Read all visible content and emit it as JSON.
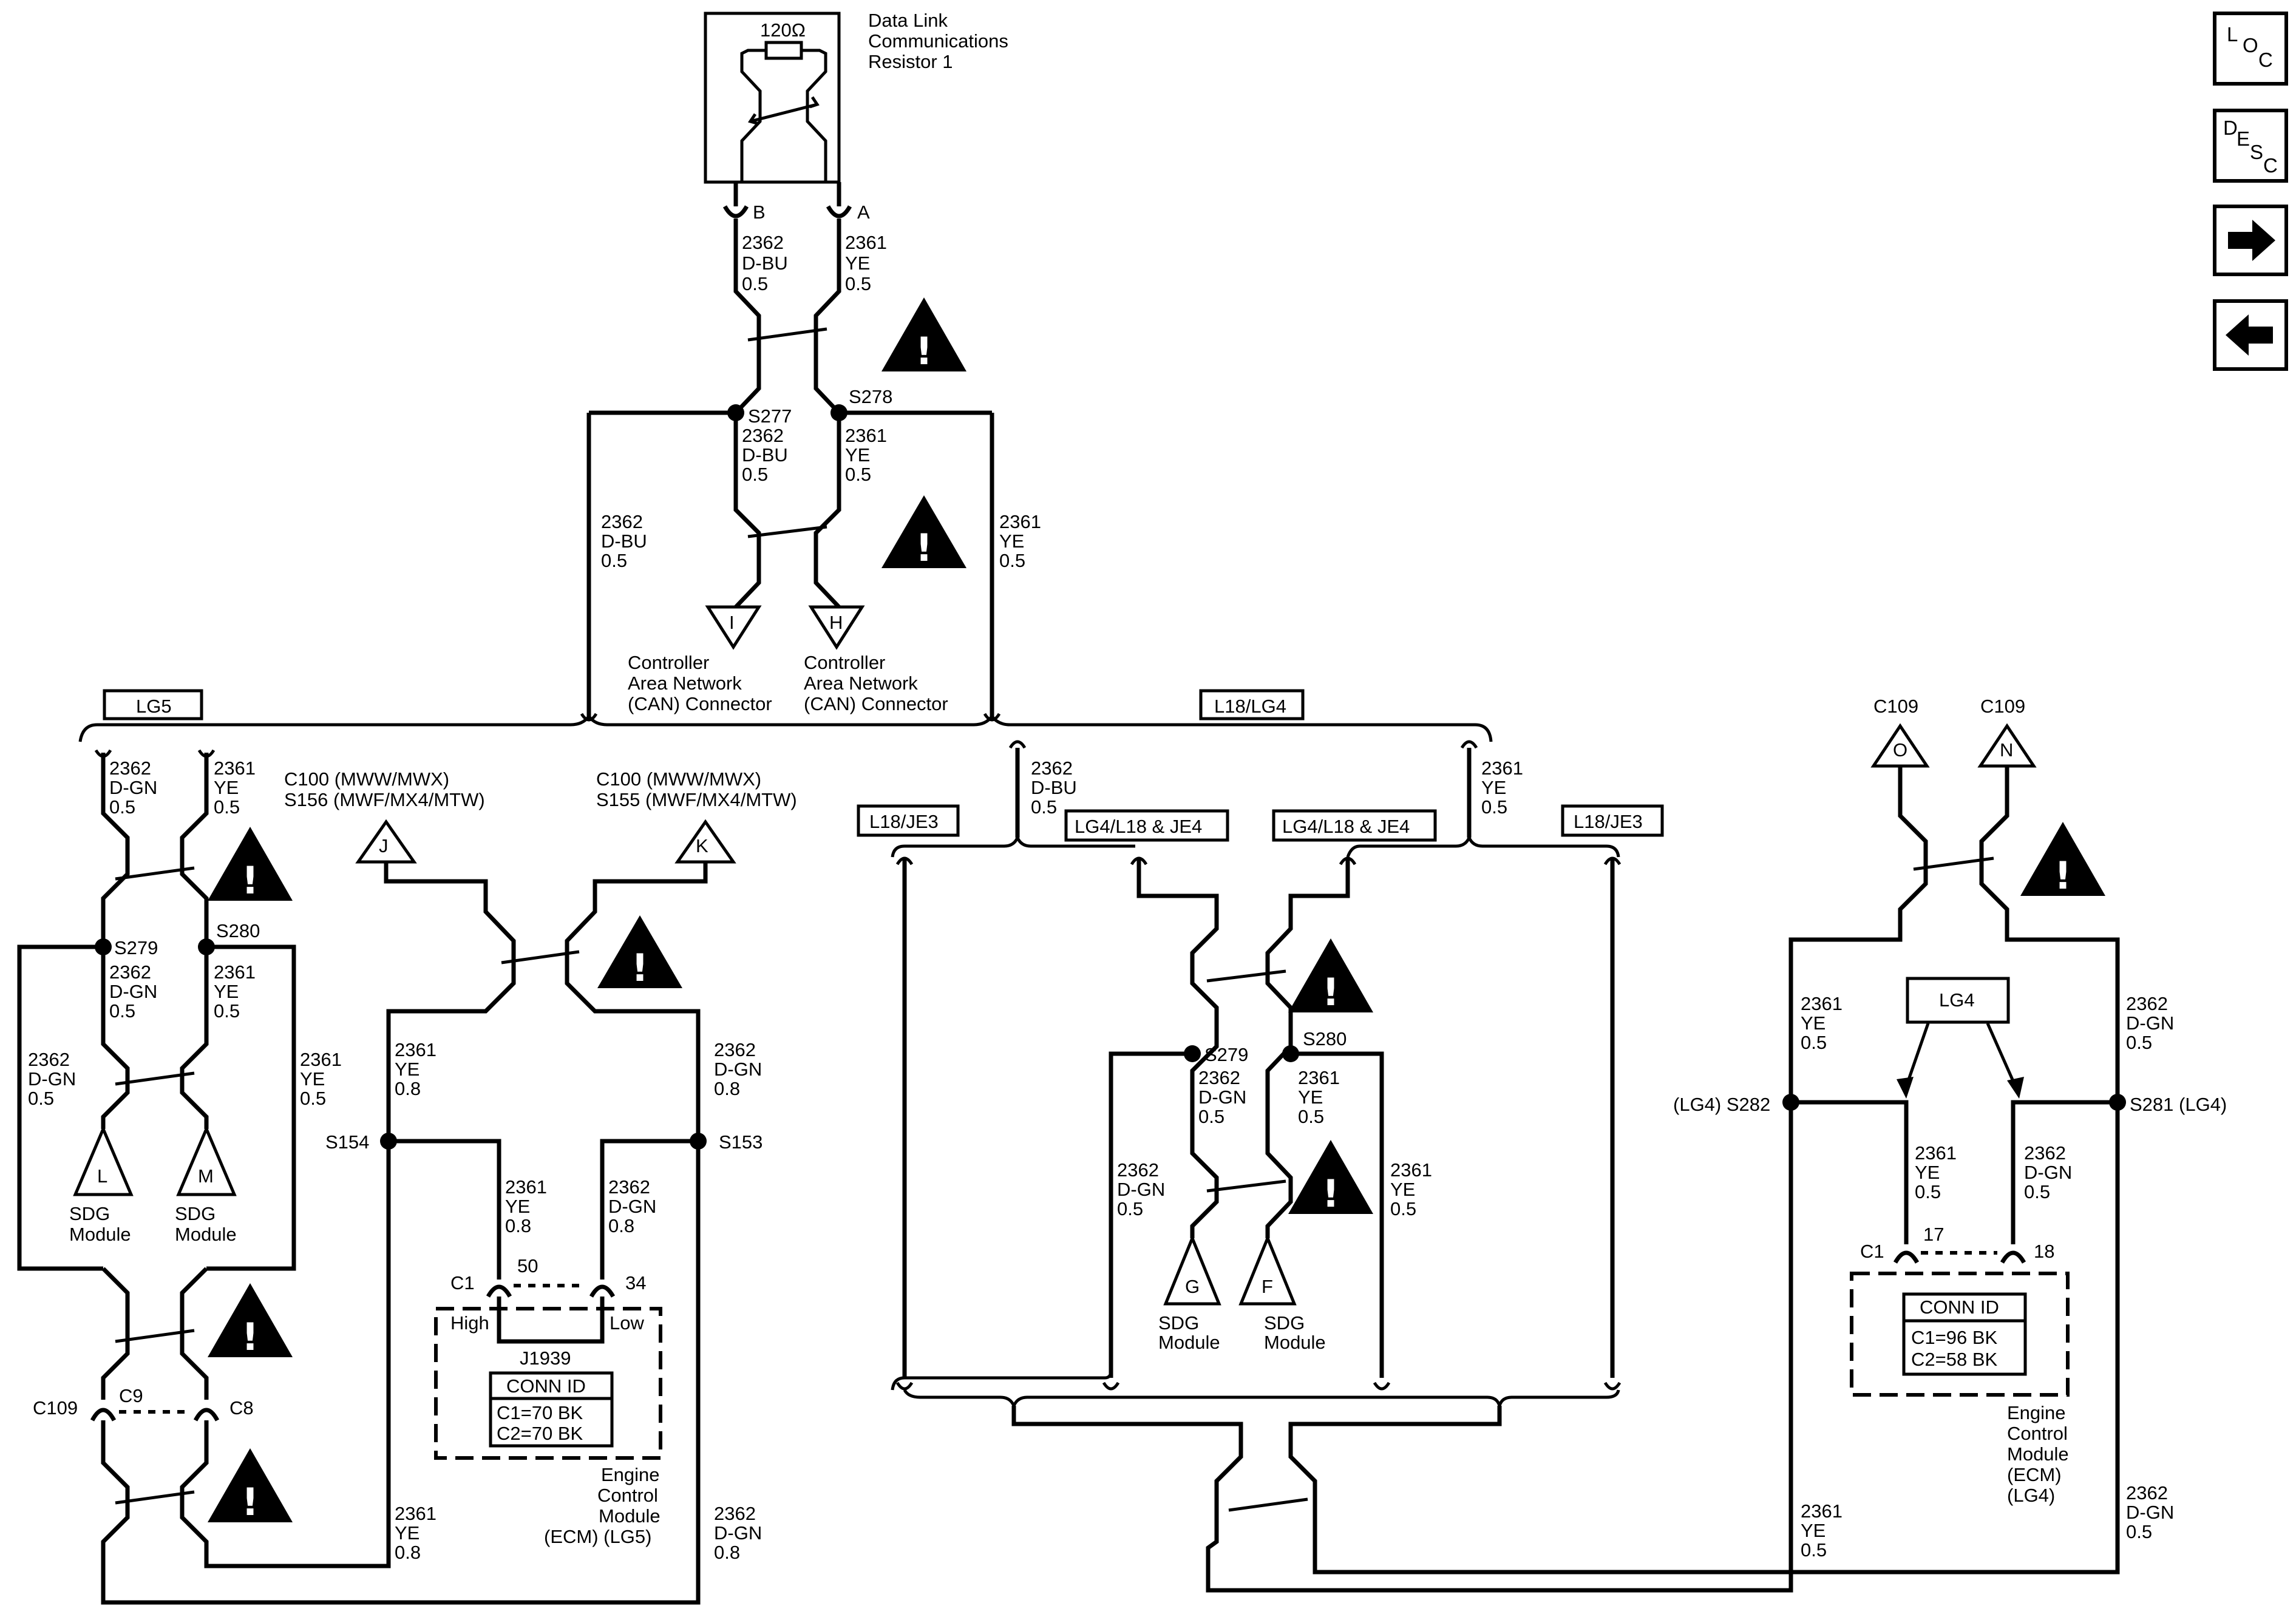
{
  "resistor": {
    "value": "120Ω",
    "name_lines": [
      "Data Link",
      "Communications",
      "Resistor 1"
    ],
    "pin_b": "B",
    "pin_a": "A"
  },
  "wire_labels": {
    "res_b": [
      "2362",
      "D-BU",
      "0.5"
    ],
    "res_a": [
      "2361",
      "YE",
      "0.5"
    ],
    "s277_below": [
      "2362",
      "D-BU",
      "0.5"
    ],
    "s278_below": [
      "2361",
      "YE",
      "0.5"
    ],
    "left_branch": [
      "2362",
      "D-BU",
      "0.5"
    ],
    "right_branch": [
      "2361",
      "YE",
      "0.5"
    ],
    "lg5_left_top": [
      "2362",
      "D-GN",
      "0.5"
    ],
    "lg5_right_top": [
      "2361",
      "YE",
      "0.5"
    ],
    "s279_below": [
      "2362",
      "D-GN",
      "0.5"
    ],
    "s280_below": [
      "2361",
      "YE",
      "0.5"
    ],
    "lg5_outer_left": [
      "2362",
      "D-GN",
      "0.5"
    ],
    "lg5_outer_right": [
      "2361",
      "YE",
      "0.5"
    ],
    "ecm_lg5_left_up": [
      "2361",
      "YE",
      "0.8"
    ],
    "ecm_lg5_right_up": [
      "2362",
      "D-GN",
      "0.8"
    ],
    "ecm_lg5_pin50": [
      "2361",
      "YE",
      "0.8"
    ],
    "ecm_lg5_pin34": [
      "2362",
      "D-GN",
      "0.8"
    ],
    "ecm_lg5_left_bottom": [
      "2361",
      "YE",
      "0.8"
    ],
    "ecm_lg5_right_bottom": [
      "2362",
      "D-GN",
      "0.8"
    ],
    "mid_dbu": [
      "2362",
      "D-BU",
      "0.5"
    ],
    "mid_ye": [
      "2361",
      "YE",
      "0.5"
    ],
    "mid_s279_below": [
      "2362",
      "D-GN",
      "0.5"
    ],
    "mid_s280_below": [
      "2361",
      "YE",
      "0.5"
    ],
    "mid_outer_left": [
      "2362",
      "D-GN",
      "0.5"
    ],
    "mid_outer_right": [
      "2361",
      "YE",
      "0.5"
    ],
    "ecm_lg4_left_up": [
      "2361",
      "YE",
      "0.5"
    ],
    "ecm_lg4_right_up": [
      "2362",
      "D-GN",
      "0.5"
    ],
    "ecm_lg4_pin17": [
      "2361",
      "YE",
      "0.5"
    ],
    "ecm_lg4_pin18": [
      "2362",
      "D-GN",
      "0.5"
    ],
    "ecm_lg4_left_bottom": [
      "2361",
      "YE",
      "0.5"
    ],
    "ecm_lg4_right_bottom": [
      "2362",
      "D-GN",
      "0.5"
    ]
  },
  "splices": {
    "s277": "S277",
    "s278": "S278",
    "s279": "S279",
    "s280": "S280",
    "s154": "S154",
    "s153": "S153",
    "mid_s279": "S279",
    "mid_s280": "S280",
    "s282": "(LG4) S282",
    "s281": "S281 (LG4)"
  },
  "connectors": {
    "i_letter": "I",
    "h_letter": "H",
    "can_lines": [
      "Controller",
      "Area Network",
      "(CAN) Connector"
    ],
    "j_letter": "J",
    "k_letter": "K",
    "j_lines": [
      "C100 (MWW/MWX)",
      "S156 (MWF/MX4/MTW)"
    ],
    "k_lines": [
      "C100 (MWW/MWX)",
      "S155 (MWF/MX4/MTW)"
    ],
    "l_letter": "L",
    "m_letter": "M",
    "g_letter": "G",
    "f_letter": "F",
    "sdg_lines": [
      "SDG",
      "Module"
    ],
    "o_letter": "O",
    "n_letter": "N",
    "c109": "C109",
    "c109_left": "C109",
    "c9": "C9",
    "c8": "C8"
  },
  "option_labels": {
    "lg5": "LG5",
    "l18_lg4": "L18/LG4",
    "l18_je3_left": "L18/JE3",
    "lg4_l18_je4_left": "LG4/L18 & JE4",
    "lg4_l18_je4_right": "LG4/L18 & JE4",
    "l18_je3_right": "L18/JE3",
    "lg4": "LG4"
  },
  "ecm_lg5": {
    "c1": "C1",
    "pin50": "50",
    "pin34": "34",
    "high": "High",
    "low": "Low",
    "j1939": "J1939",
    "conn_id_title": "CONN ID",
    "conn_id_lines": [
      "C1=70 BK",
      "C2=70 BK"
    ],
    "name_lines": [
      "Engine",
      "Control",
      "Module",
      "(ECM) (LG5)"
    ]
  },
  "ecm_lg4": {
    "c1": "C1",
    "pin17": "17",
    "pin18": "18",
    "conn_id_title": "CONN ID",
    "conn_id_lines": [
      "C1=96 BK",
      "C2=58 BK"
    ],
    "name_lines": [
      "Engine",
      "Control",
      "Module",
      "(ECM)",
      "(LG4)"
    ]
  },
  "nav": {
    "loc": [
      "L",
      "O",
      "C"
    ],
    "desc": [
      "D",
      "E",
      "S",
      "C"
    ],
    "next_icon": "right-arrow-icon",
    "prev_icon": "left-arrow-icon"
  },
  "warning_icon": "exclamation-triangle-icon",
  "warning_glyph": "!"
}
